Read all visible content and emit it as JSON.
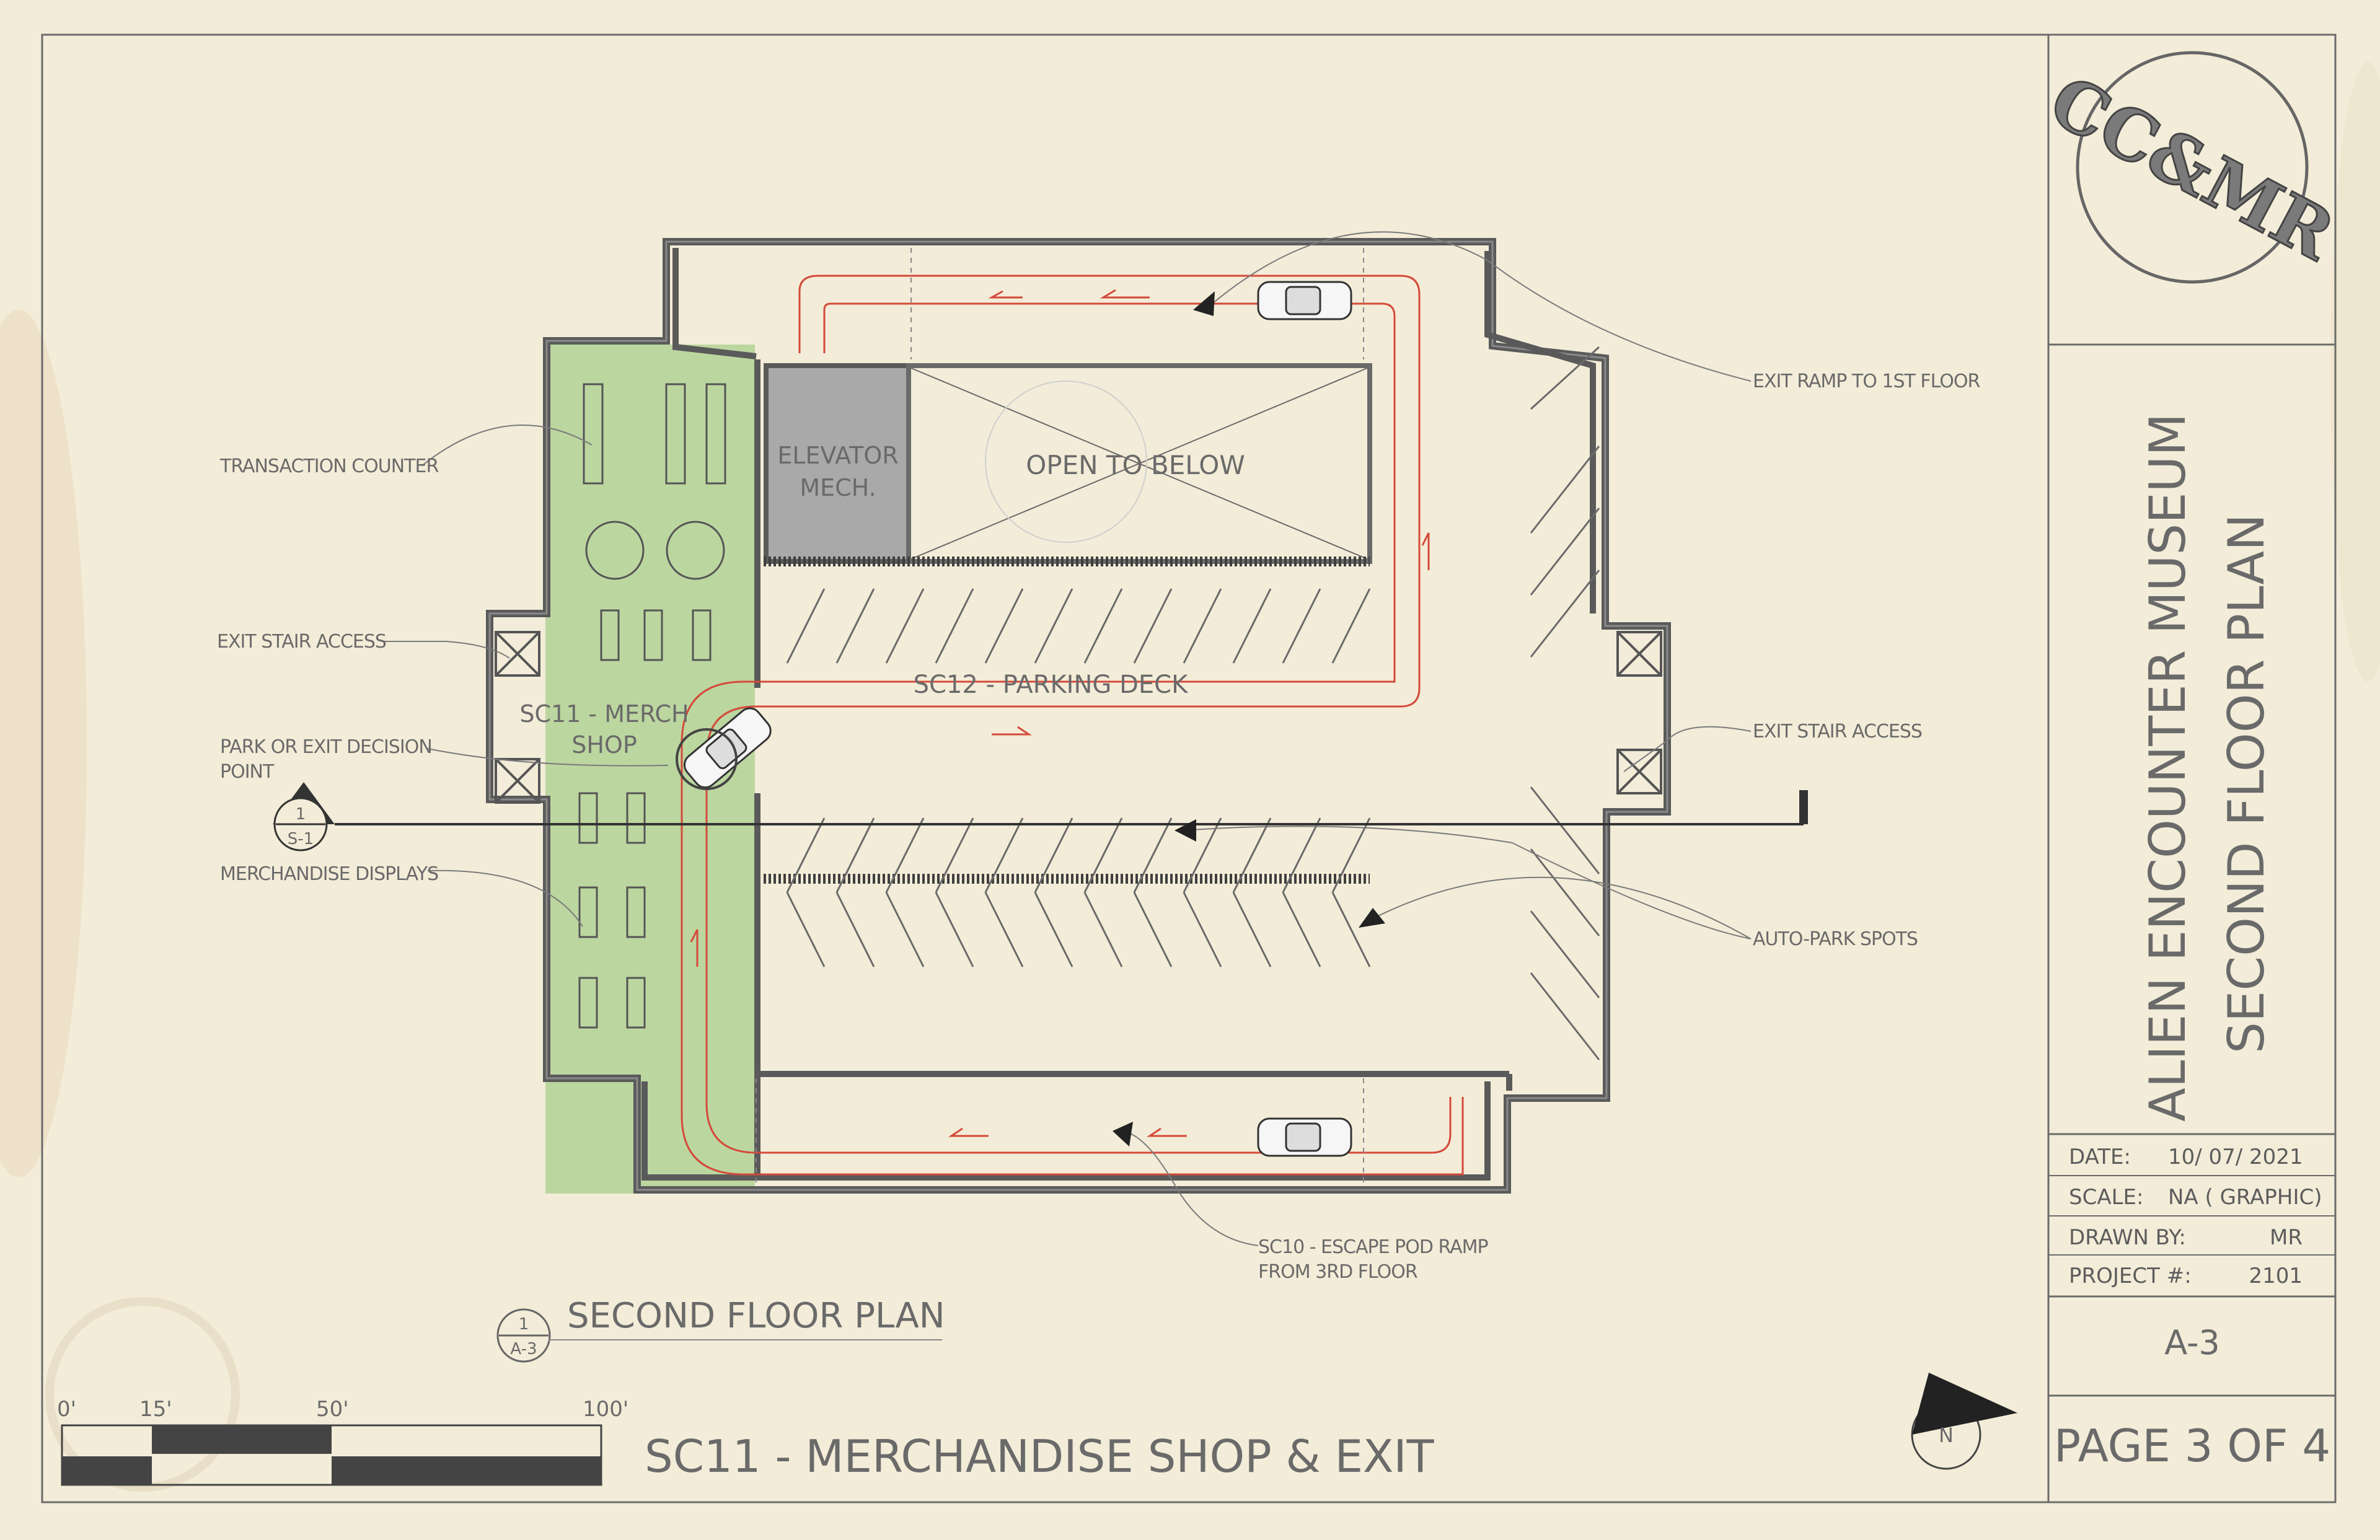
{
  "logo": {
    "text": "CC&MR"
  },
  "title_block": {
    "title_line1": "ALIEN ENCOUNTER MUSEUM",
    "title_line2": "SECOND FLOOR PLAN",
    "date_label": "DATE:",
    "date_value": "10/ 07/ 2021",
    "scale_label": "SCALE:",
    "scale_value": "NA ( GRAPHIC)",
    "drawn_label": "DRAWN BY:",
    "drawn_value": "MR",
    "project_label": "PROJECT #:",
    "project_value": "2101",
    "sheet_number": "A-3",
    "page": "PAGE 3 OF 4"
  },
  "rooms": {
    "elevator_line1": "ELEVATOR",
    "elevator_line2": "MECH.",
    "open_to_below": "OPEN TO BELOW",
    "parking_deck": "SC12 - PARKING DECK",
    "merch_line1": "SC11 - MERCH",
    "merch_line2": "SHOP"
  },
  "callouts": {
    "transaction_counter": "TRANSACTION COUNTER",
    "exit_stair_left": "EXIT STAIR ACCESS",
    "park_or_exit_line1": "PARK OR EXIT DECISION",
    "park_or_exit_line2": "POINT",
    "merchandise_displays": "MERCHANDISE DISPLAYS",
    "exit_ramp": "EXIT RAMP TO 1ST FLOOR",
    "exit_stair_right": "EXIT STAIR ACCESS",
    "auto_park": "AUTO-PARK SPOTS",
    "escape_pod_line1": "SC10 - ESCAPE POD RAMP",
    "escape_pod_line2": "FROM 3RD FLOOR"
  },
  "section_marker": {
    "number": "1",
    "sheet": "S-1"
  },
  "plan_title": {
    "number": "1",
    "sheet": "A-3",
    "text": "SECOND FLOOR PLAN"
  },
  "scale_bar": {
    "labels": [
      "0'",
      "15'",
      "50'",
      "100'"
    ]
  },
  "sheet_subtitle": "SC11 - MERCHANDISE SHOP & EXIT",
  "north_arrow": {
    "label": "N"
  },
  "colors": {
    "paper": "#f3ecd8",
    "wall": "#5a5a5a",
    "shop": "#a9cf8e",
    "mech": "#a9a9a9",
    "route": "#d44a3a"
  }
}
